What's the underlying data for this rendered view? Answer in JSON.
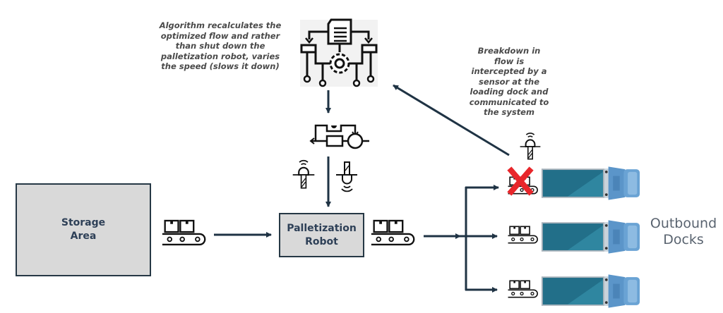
{
  "notes": {
    "algorithm": "Algorithm recalculates the\noptimized flow and rather\nthan shut down the\npalletization robot, varies\nthe speed (slows it down)",
    "sensor": "Breakdown in\nflow is\nintercepted by a\nsensor at the\nloading dock and\ncommunicated to\nthe system"
  },
  "nodes": {
    "storage": "Storage\nArea",
    "robot": "Palletization\nRobot",
    "docks": "Outbound\nDocks"
  },
  "icons": {
    "algorithm": "algorithm-document-gear-icon",
    "controller": "speed-controller-circuit-icon",
    "sensor": "wireless-sensor-icon",
    "conveyor": "conveyor-belt-icon",
    "truck": "truck-icon",
    "blocked": "red-x-icon"
  },
  "colors": {
    "arrow": "#1f3344",
    "box_fill": "#d9d9d9",
    "box_text": "#2e4057",
    "truck_trailer": "#2a7a93",
    "truck_cab": "#5b95c9",
    "blocked": "#e8262b"
  },
  "docks": [
    {
      "status": "blocked"
    },
    {
      "status": "active"
    },
    {
      "status": "active"
    }
  ]
}
